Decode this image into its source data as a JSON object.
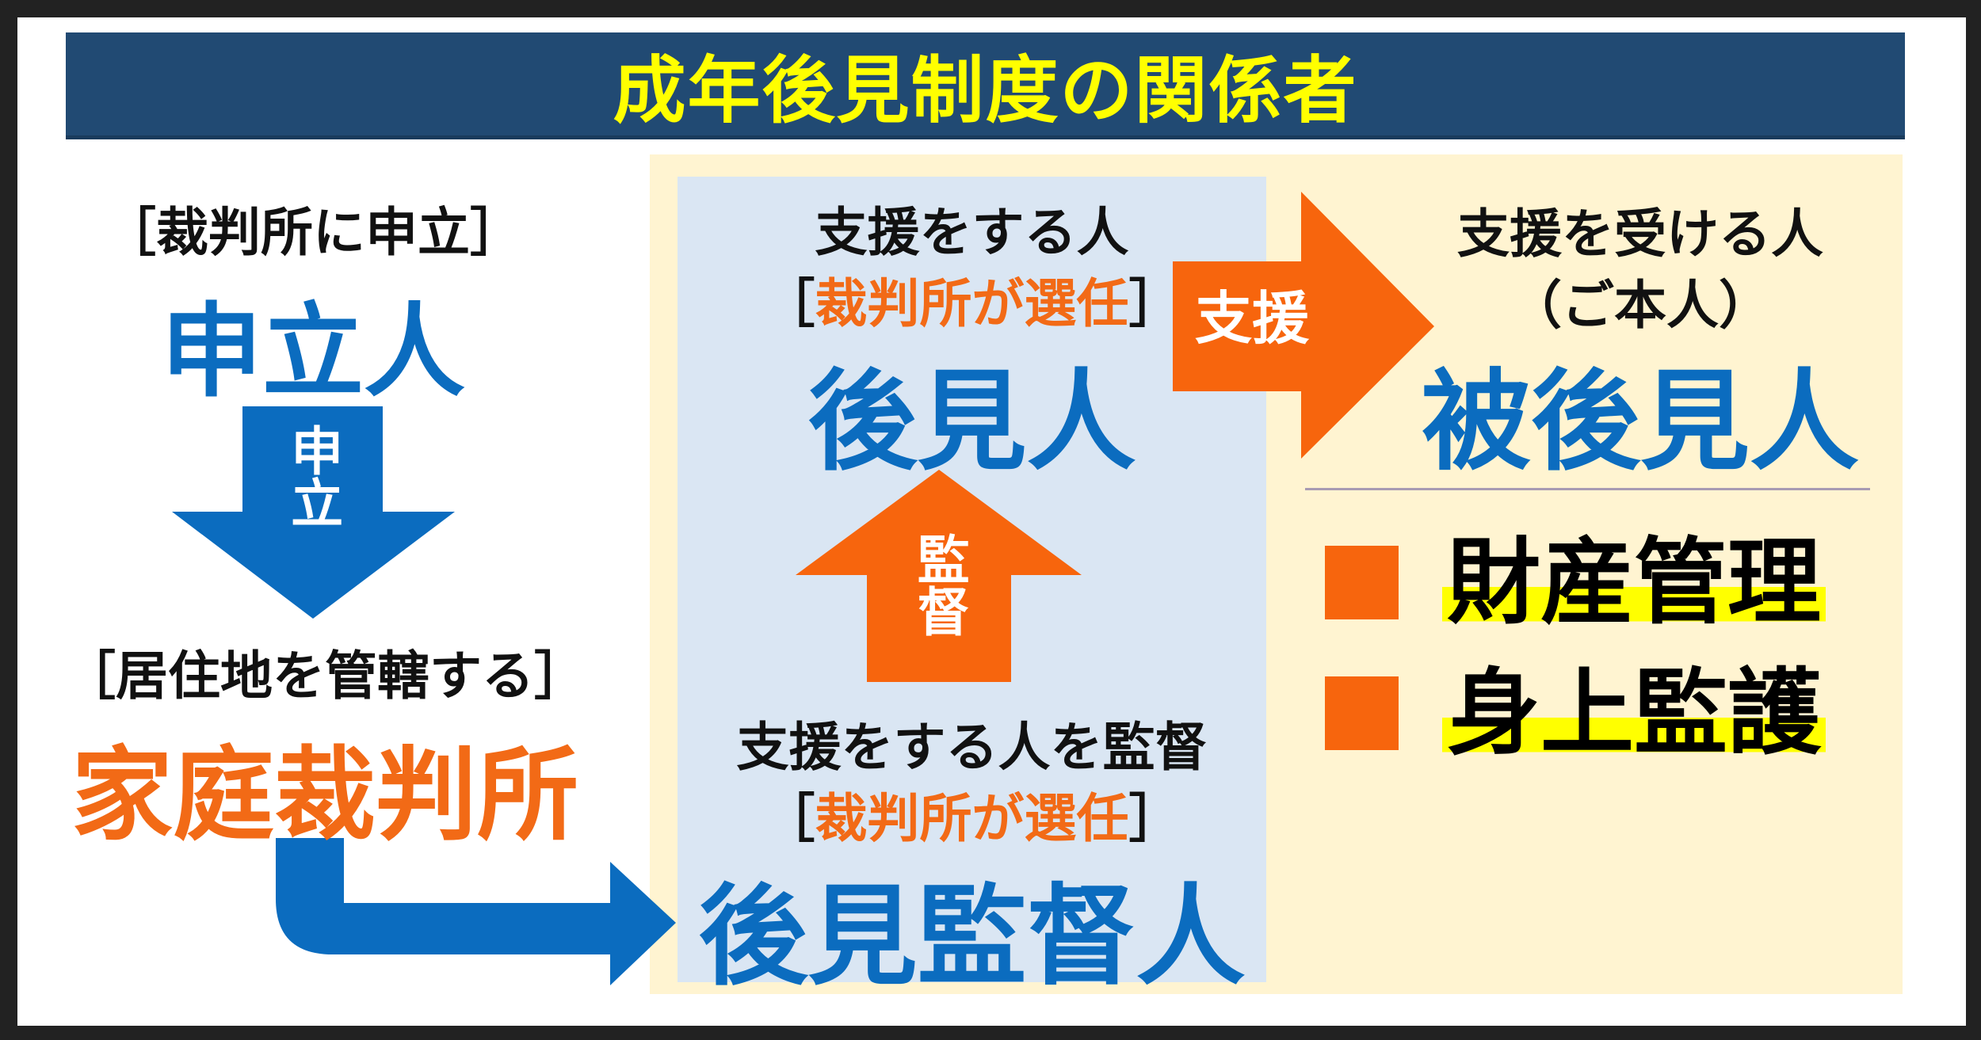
{
  "title": "成年後見制度の関係者",
  "colors": {
    "title_bg": "#214a73",
    "title_text": "#ffff00",
    "blue": "#0b6cbf",
    "orange": "#f26a16",
    "panel_yellow": "#fff4d1",
    "panel_blue": "#dae6f3",
    "highlight": "#ffff00"
  },
  "petitioner": {
    "note": "［裁判所に申立］",
    "title": "申立人",
    "arrow_label": "申立"
  },
  "court": {
    "note": "［居住地を管轄する］",
    "title": "家庭裁判所"
  },
  "guardian": {
    "description": "支援をする人",
    "selected_open": "［",
    "selected_text": "裁判所が選任",
    "selected_close": "］",
    "title": "後見人"
  },
  "supervision_arrow": {
    "label": "監督"
  },
  "supervisor": {
    "description": "支援をする人を監督",
    "selected_open": "［",
    "selected_text": "裁判所が選任",
    "selected_close": "］",
    "title": "後見監督人"
  },
  "support_arrow": {
    "label": "支援"
  },
  "ward": {
    "description": "支援を受ける人",
    "subtitle": "（ご本人）",
    "title": "被後見人"
  },
  "duties": [
    {
      "label": "財産管理"
    },
    {
      "label": "身上監護"
    }
  ]
}
